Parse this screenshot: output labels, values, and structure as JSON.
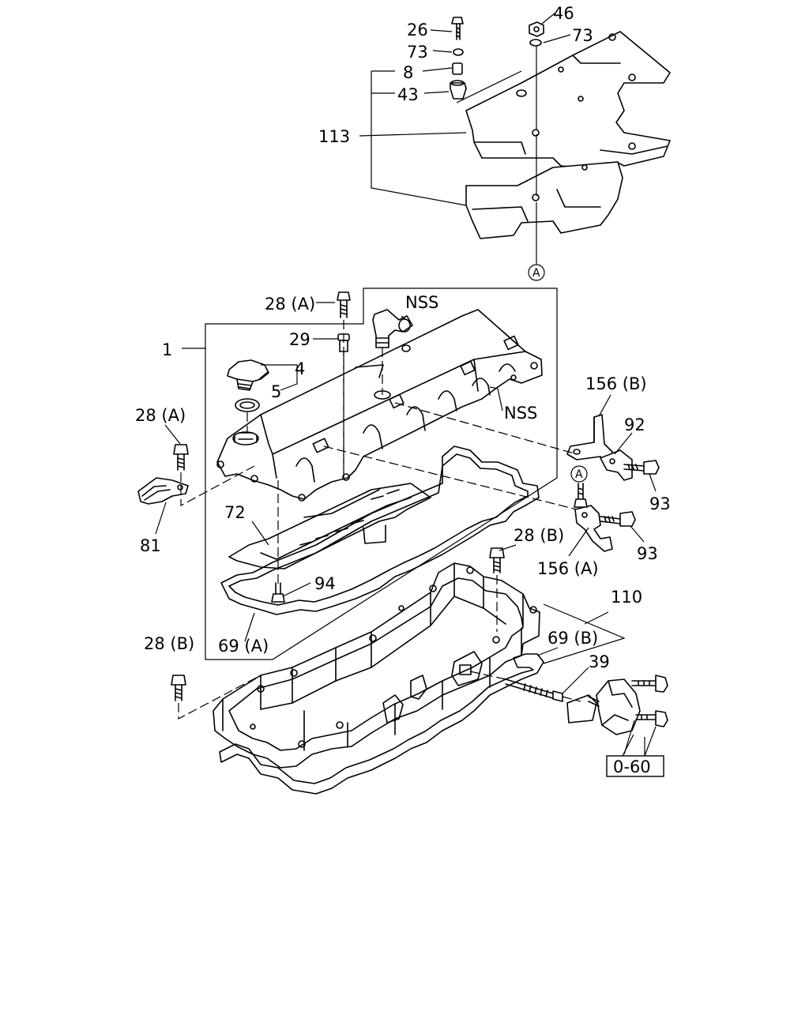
{
  "callouts": {
    "c26": "26",
    "c73a": "73",
    "c8": "8",
    "c43": "43",
    "c113": "113",
    "c46": "46",
    "c73b": "73",
    "ref_a_top": "A",
    "c28a_top": "28 (A)",
    "c29": "29",
    "c_nss_a": "NSS",
    "c_nss_b": "NSS",
    "c1": "1",
    "c4": "4",
    "c5": "5",
    "c28a_left": "28 (A)",
    "c81": "81",
    "c72": "72",
    "c94": "94",
    "c69a": "69 (A)",
    "c156b": "156 (B)",
    "c92": "92",
    "c93a": "93",
    "ref_a_mid": "A",
    "c93b": "93",
    "c156a": "156 (A)",
    "c28b_mid": "28 (B)",
    "c110": "110",
    "c69b": "69 (B)",
    "c39": "39",
    "c28b_left": "28 (B)",
    "ref_box": "0-60"
  },
  "style": {
    "ink": "#000000",
    "paper": "#ffffff"
  }
}
